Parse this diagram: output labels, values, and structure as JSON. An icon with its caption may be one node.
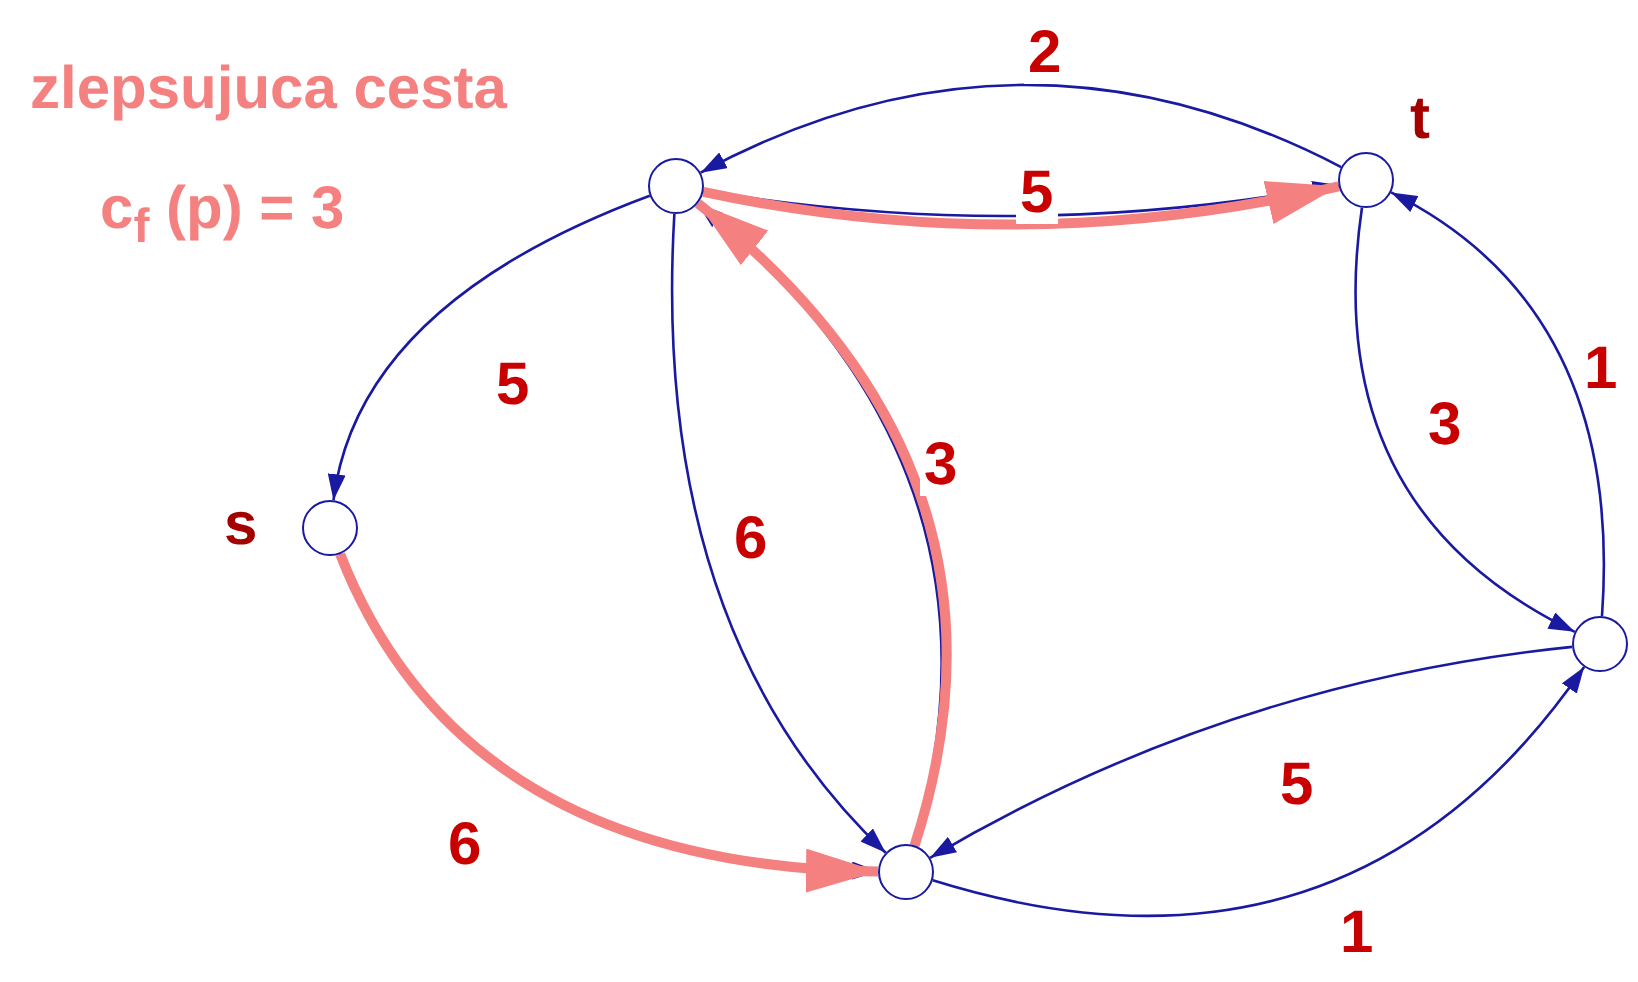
{
  "diagram": {
    "nodes": [
      {
        "text": [],
        "shape": "circle"
      },
      {
        "text": [],
        "shape": "circle",
        "beside": [
          "t"
        ]
      },
      {
        "text": [],
        "shape": "circle",
        "beside": [
          "s"
        ]
      },
      {
        "text": [],
        "shape": "circle"
      },
      {
        "text": [],
        "shape": "circle"
      }
    ],
    "edges": [
      {
        "from": 1,
        "to": 0,
        "arrow": "to",
        "label": "2"
      },
      {
        "from": 0,
        "to": 1,
        "arrow": "to",
        "label": "5"
      },
      {
        "from": 0,
        "to": 2,
        "arrow": "to",
        "label": "5"
      },
      {
        "from": 0,
        "to": 3,
        "arrow": "to",
        "label": "6"
      },
      {
        "from": 3,
        "to": 0,
        "arrow": "to",
        "label": "3"
      },
      {
        "from": 2,
        "to": 3,
        "arrow": "to",
        "label": "6"
      },
      {
        "from": 1,
        "to": 4,
        "arrow": "to",
        "label": "3"
      },
      {
        "from": 4,
        "to": 1,
        "arrow": "to",
        "label": "1"
      },
      {
        "from": 4,
        "to": 3,
        "arrow": "to",
        "label": "5"
      },
      {
        "from": 3,
        "to": 4,
        "arrow": "to",
        "label": "1"
      },
      {
        "from": 2,
        "to": 3,
        "arrow": "to",
        "style": "thick",
        "color": "#f48080"
      },
      {
        "from": 3,
        "to": 0,
        "arrow": "to",
        "style": "thick",
        "color": "#f48080"
      },
      {
        "from": 0,
        "to": 1,
        "arrow": "to",
        "style": "thick",
        "color": "#f48080"
      }
    ],
    "labels": [
      "zlepsujuca cesta",
      "c$_{f}$ (p) = 3"
    ]
  }
}
